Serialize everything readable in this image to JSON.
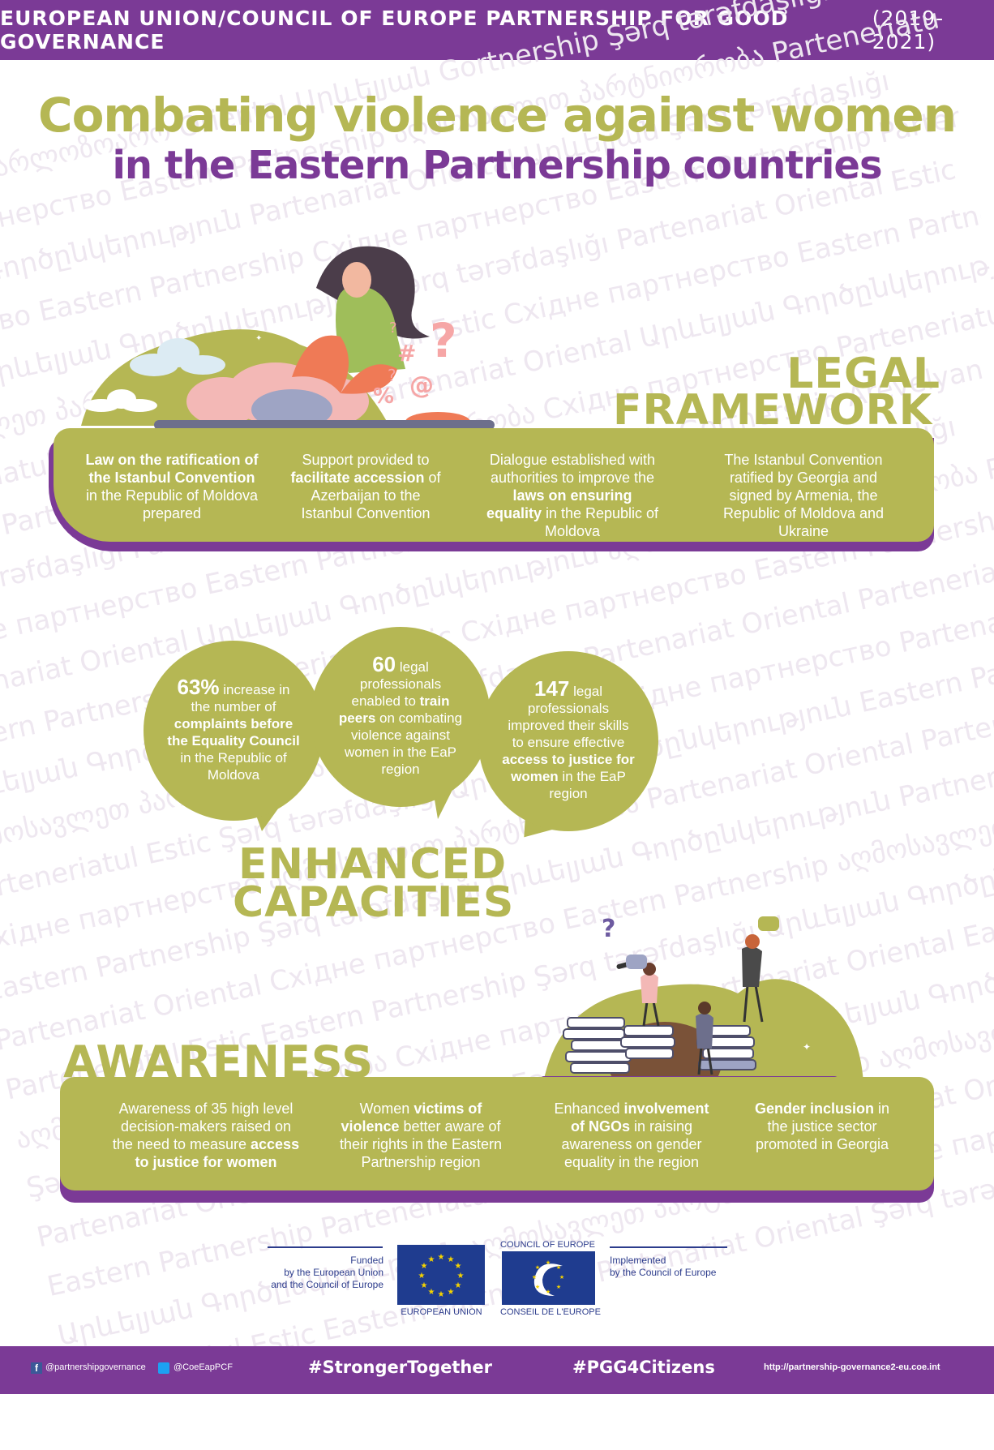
{
  "header": {
    "title": "EUROPEAN UNION/COUNCIL OF EUROPE PARTNERSHIP FOR GOOD GOVERNANCE",
    "years": "(2019-2021)"
  },
  "title": {
    "line1": "Combating violence against women",
    "line2": "in the Eastern Partnership countries"
  },
  "watermark": [
    "Partnership ნარლოზოარო Oriental Արևելյան Gortnership Şərq tərəfdaşlığı Partenariat",
    "Sxідне партнерство Eastern Partnership აღმოსავლეთ პარტნიორობა Parteneriatul Estic",
    "Arevelyan Գործընկերություն Partenariat Oriental Արևելյան Şərq tərəfdaşlığı",
    "партнерство Eastern Partnership Східне партнерство Eastern Partnership Parteneriat",
    "Orientál Արևելյան Գործընկերություն Şərq tərəfdaşlığı Partenariat Oriental Estic",
    "აღმოსავლეთ პარტნიორობა Parteneriatul Estic Східне партнерство Eastern Partnership",
    "Parteneriatul Estic Şərq tərəfdaşlığı Partenariat Oriental Արևելյան Գործընկերություն",
    "Eastern Partnership აღმოსავლეთ პარტნიორობა Східне партнерство Parteneriatul Estic",
    "Şərq tərəfdaşlığı Partenariat Oriental Eastern Partnership Gortnership Arevelyan",
    "Східне партнерство Eastern Partnership Parteneriatul Estic Şərq tərəfdaşlığı",
    "Partenariat Oriental Արևելյան Գործընկերություն აღმოსავლეთ პარტნიორობა Partnership",
    "Eastern Partnership Parteneriatul Estic Східне партнерство Eastern Partnership",
    "Արևելյան Գործընկերություն Şərq tərəfdaşlığı Partenariat Oriental Parteneriatul",
    "აღმოსავლეთ პარტნიორობა Eastern Partnership Східне партнерство Partenariat Oriental",
    "Parteneriatul Estic Şərq tərəfdaşlığı Արևելյան Գործընկերություն Eastern Partnership",
    "Східне партнерство აღმოსავლეთ პარტნიორობა Partenariat Oriental Parteneriatul Estic",
    "Eastern Partnership Şərq tərəfdaşlığı Արևելյան Գործընկերություն Partnership Estic",
    "Partenariat Oriental Східне партнерство Eastern Partnership აღმოსავლეთ პარტნიორობა",
    "Parteneriatul Estic Eastern Partnership Şərq tərəfdaşlığı Արևելյան Գործընկերություն",
    "აღმოსავლეთ პარტნიორობა Східне партнерство Partenariat Oriental Eastern Partnership",
    "Şərq tərəfdaşlığı Parteneriatul Estic Eastern Partnership Արևելյան Գործընկերություն",
    "Partenariat Oriental Eastern Partnership Східне партнерство აღმოსავლეთ პარტნიორობა",
    "Eastern Partnership Parteneriatul Estic Şərq tərəfdaşlığı Partenariat Oriental",
    "Արևելյան Գործընկերություն აღმოსავლეთ პარტნიორობა Східне партнерство Partnership",
    "Parteneriatul Estic Eastern Partnership Partenariat Oriental Şərq tərəfdaşlığı"
  ],
  "legal": {
    "head1": "LEGAL",
    "head2": "FRAMEWORK",
    "items": [
      {
        "b": "Law on the ratification of the Istanbul Convention",
        "t": " in the Republic of Moldova prepared"
      },
      {
        "a": "Support provided to ",
        "b": "facilitate accession",
        "t": " of Azerbaijan to the Istanbul Convention"
      },
      {
        "a": "Dialogue established with authorities to improve the ",
        "b": "laws on ensuring equality",
        "t": " in the Republic of Moldova"
      },
      {
        "a": "The Istanbul Convention ratified by Georgia and signed by Armenia, the Republic of Moldova and Ukraine"
      }
    ]
  },
  "capacities": {
    "head1": "ENHANCED",
    "head2": "CAPACITIES",
    "b1": {
      "big": "63%",
      "a": " increase in the number of ",
      "b": "complaints before the Equality Council",
      "t": " in the Republic of Moldova"
    },
    "b2": {
      "big": "60",
      "a": " legal professionals enabled to ",
      "b1": "train peers",
      "t": " on combating violence against women in the EaP region"
    },
    "b3": {
      "big": "147",
      "a": " legal professionals improved their skills to ensure effective ",
      "b": "access to justice for women",
      "t": " in the EaP region"
    }
  },
  "awareness": {
    "head": "AWARENESS",
    "items": [
      {
        "a": "Awareness of 35 high level decision-makers raised on the need to measure ",
        "b": "access to justice for women"
      },
      {
        "a": "Women ",
        "b": "victims of violence",
        "t": " better aware of their rights in the Eastern Partnership region"
      },
      {
        "a": "Enhanced ",
        "b": "involvement of NGOs",
        "t": " in raising awareness on gender equality in the region"
      },
      {
        "b": "Gender inclusion",
        "t": " in the justice sector promoted in Georgia"
      }
    ]
  },
  "footer": {
    "funded": [
      "Funded",
      "by the European Union",
      "and the Council of Europe"
    ],
    "eu_label": "EUROPEAN UNION",
    "coe_top": "COUNCIL OF EUROPE",
    "coe_bottom": "CONSEIL DE L'EUROPE",
    "implemented": [
      "Implemented",
      "by the Council of Europe"
    ],
    "facebook": "@partnershipgovernance",
    "twitter": "@CoeEapPCF",
    "tag1": "#StrongerTogether",
    "tag2": "#PGG4Citizens",
    "url": "http://partnership-governance2-eu.coe.int"
  },
  "colors": {
    "purple": "#7b3a96",
    "olive": "#b5b754",
    "eu_blue": "#1f3c8f",
    "star": "#f5d300"
  }
}
